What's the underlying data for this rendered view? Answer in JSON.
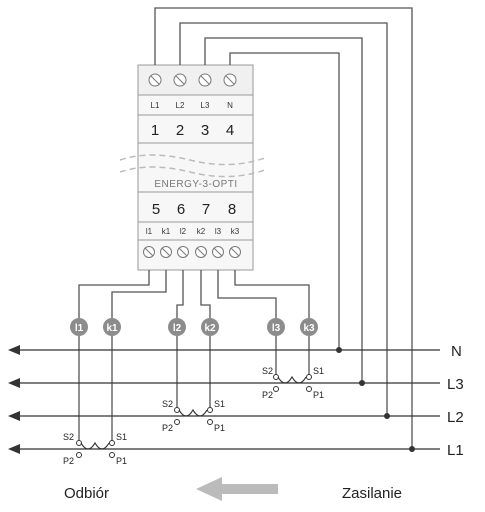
{
  "device": {
    "top_terminal_labels": [
      "L1",
      "L2",
      "L3",
      "N"
    ],
    "top_terminal_numbers": [
      "1",
      "2",
      "3",
      "4"
    ],
    "model": "ENERGY-3-OPTI",
    "bottom_terminal_numbers": [
      "5",
      "6",
      "7",
      "8"
    ],
    "bottom_terminal_labels": [
      "l1",
      "k1",
      "l2",
      "k2",
      "l3",
      "k3"
    ]
  },
  "connectors": [
    "l1",
    "k1",
    "l2",
    "k2",
    "l3",
    "k3"
  ],
  "lines": [
    "N",
    "L3",
    "L2",
    "L1"
  ],
  "ct": {
    "s2": "S2",
    "s1": "S1",
    "p2": "P2",
    "p1": "P1"
  },
  "footer": {
    "left": "Odbiór",
    "right": "Zasilanie"
  },
  "colors": {
    "wire": "#555555",
    "device_fill": "#f7f7f7",
    "connector_fill": "#8c8c8c",
    "arrow_fill": "#bbbbbb"
  }
}
